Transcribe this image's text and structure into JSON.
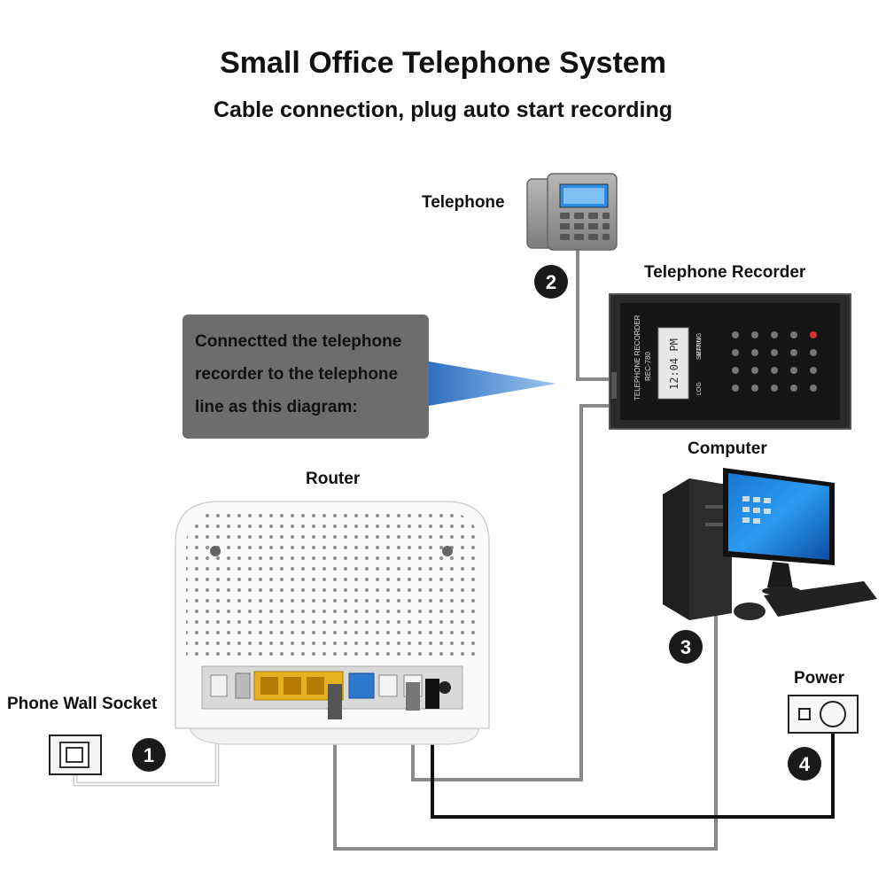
{
  "header": {
    "title": "Small Office Telephone System",
    "subtitle": "Cable connection, plug auto start recording"
  },
  "labels": {
    "telephone": "Telephone",
    "recorder": "Telephone Recorder",
    "computer": "Computer",
    "router": "Router",
    "wall_socket": "Phone Wall Socket",
    "power": "Power"
  },
  "callout": {
    "line1": "Connectted the telephone",
    "line2": "recorder to the telephone",
    "line3": "line as this diagram:"
  },
  "steps": [
    "1",
    "2",
    "3",
    "4"
  ],
  "recorder_device": {
    "brand_text": "TELEPHONE RECORDER",
    "model": "REC-780",
    "time": "12:04 PM",
    "menu": "MANU",
    "setting": "SETTING",
    "log": "LOG"
  },
  "colors": {
    "callout_bg": "#6d6d6d",
    "callout_pointer": "#4f8fd6",
    "cable_gray": "#8a8a8a",
    "cable_black": "#111111",
    "cable_white": "#e4e4e4",
    "badge": "#1a1a1a"
  },
  "icons": {
    "telephone": "desk-phone-icon",
    "recorder": "recorder-device-icon",
    "computer": "desktop-computer-icon",
    "router": "router-icon",
    "wall_socket": "phone-jack-icon",
    "power": "power-outlet-icon"
  }
}
